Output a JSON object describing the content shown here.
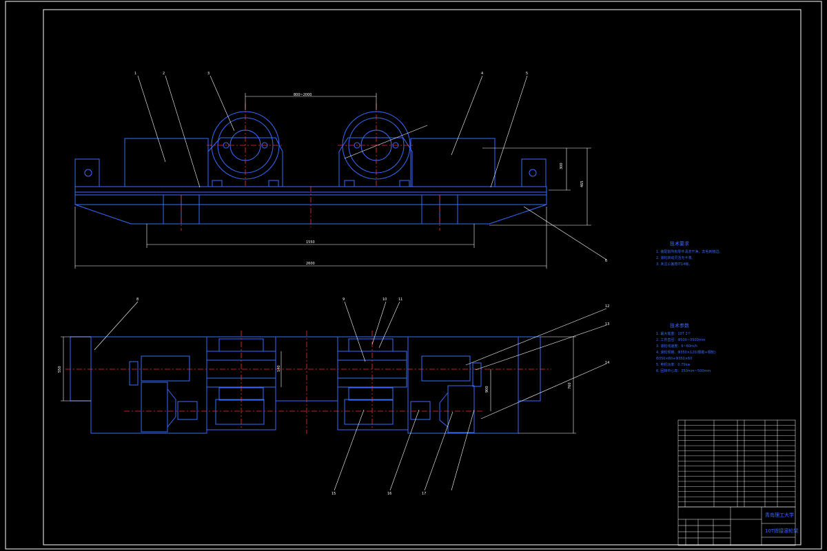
{
  "drawing": {
    "dimensions": {
      "wheel_spacing": "800~2000",
      "bearing_span": "1550",
      "overall_length": "2600",
      "height_upper": "300",
      "height_total": "465",
      "plan_width_left": "550",
      "plan_width_mid": "900",
      "plan_width_right": "760",
      "plan_small": "140"
    },
    "callouts_top": [
      "1",
      "2",
      "3",
      "4",
      "5",
      "6"
    ],
    "callouts_bottom": [
      "8",
      "9",
      "10",
      "11",
      "12",
      "13",
      "14",
      "15",
      "16",
      "17"
    ],
    "tech_requirements": {
      "title": "技术要求",
      "lines": [
        "1. 装配前所有零件清洗干净，去毛刺锐边。",
        "2. 滚轮转动灵活无卡滞。",
        "3. 未注公差按IT14级。"
      ]
    },
    "tech_params": {
      "title": "技术参数",
      "lines": [
        "1. 最大载重：10T 2个",
        "2. 工件直径：Φ500~3500mm",
        "3. 滚轮线速度：6~60m/h",
        "4. 滚轮规格：Φ350×120(橡胶+钢轮)",
        "   Φ350×60+Φ350×60",
        "5. 电机功率：0.75kw",
        "6. 回转中心高：350mm~500mm"
      ]
    },
    "title_block": {
      "school": "青岛理工大学",
      "drawing_title": "10T焊接滚轮架",
      "parts_rows": 17
    }
  }
}
